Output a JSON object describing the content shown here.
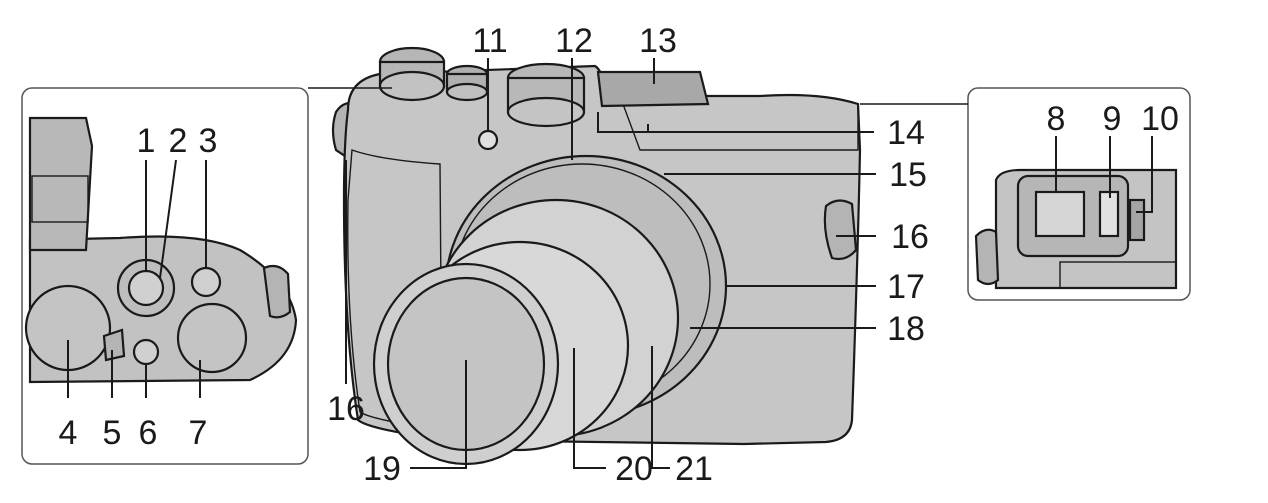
{
  "figure": {
    "main_view": "camera-front-three-quarter",
    "insets": [
      "top-controls-detail",
      "rear-viewfinder-detail"
    ]
  },
  "callouts": [
    {
      "number": "1",
      "part": "top-controls"
    },
    {
      "number": "2",
      "part": "top-controls"
    },
    {
      "number": "3",
      "part": "top-controls"
    },
    {
      "number": "4",
      "part": "top-controls"
    },
    {
      "number": "5",
      "part": "top-controls"
    },
    {
      "number": "6",
      "part": "top-controls"
    },
    {
      "number": "7",
      "part": "top-controls"
    },
    {
      "number": "8",
      "part": "viewfinder"
    },
    {
      "number": "9",
      "part": "viewfinder"
    },
    {
      "number": "10",
      "part": "viewfinder"
    },
    {
      "number": "11",
      "part": "body"
    },
    {
      "number": "12",
      "part": "lens"
    },
    {
      "number": "13",
      "part": "body"
    },
    {
      "number": "14",
      "part": "body"
    },
    {
      "number": "15",
      "part": "lens"
    },
    {
      "number": "16",
      "part": "strap-eyelet"
    },
    {
      "number": "17",
      "part": "lens"
    },
    {
      "number": "18",
      "part": "lens"
    },
    {
      "number": "19",
      "part": "lens"
    },
    {
      "number": "20",
      "part": "lens"
    },
    {
      "number": "21",
      "part": "lens"
    }
  ],
  "colors": {
    "line": "#1a1a1a",
    "body_fill": "#c6c6c6",
    "body_dark": "#9a9a9a",
    "lens_fill": "#d2d2d2",
    "panel_border": "#555555"
  }
}
